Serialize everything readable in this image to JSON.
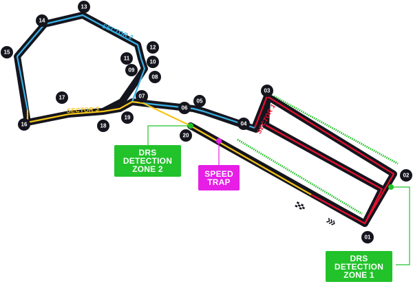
{
  "colors": {
    "track_outline": "#15151e",
    "sector_1": "#e8102e",
    "sector_2": "#3ab2e6",
    "sector_3": "#f5c518",
    "drs_zone": "#22c22a",
    "speed_trap": "#e61ee6",
    "turn_badge": "#15151e"
  },
  "sectors": {
    "sector_1_label": "SECTOR 1",
    "sector_2_label": "SECTOR 2",
    "sector_3_label": "SECTOR 3"
  },
  "turns": [
    {
      "id": "t01",
      "label": "01"
    },
    {
      "id": "t02",
      "label": "02"
    },
    {
      "id": "t03",
      "label": "03"
    },
    {
      "id": "t04",
      "label": "04"
    },
    {
      "id": "t05",
      "label": "05"
    },
    {
      "id": "t06",
      "label": "06"
    },
    {
      "id": "t07",
      "label": "07"
    },
    {
      "id": "t08",
      "label": "08"
    },
    {
      "id": "t09",
      "label": "09"
    },
    {
      "id": "t10",
      "label": "10"
    },
    {
      "id": "t11",
      "label": "11"
    },
    {
      "id": "t12",
      "label": "12"
    },
    {
      "id": "t13",
      "label": "13"
    },
    {
      "id": "t14",
      "label": "14"
    },
    {
      "id": "t15",
      "label": "15"
    },
    {
      "id": "t16",
      "label": "16"
    },
    {
      "id": "t17",
      "label": "17"
    },
    {
      "id": "t18",
      "label": "18"
    },
    {
      "id": "t19",
      "label": "19"
    },
    {
      "id": "t20",
      "label": "20"
    }
  ],
  "drs_detection_zone_1": {
    "line1": "DRS",
    "line2": "DETECTION",
    "line3": "ZONE 1"
  },
  "drs_detection_zone_2": {
    "line1": "DRS",
    "line2": "DETECTION",
    "line3": "ZONE 2"
  },
  "speed_trap": {
    "line1": "SPEED",
    "line2": "TRAP"
  },
  "icons": {
    "start_finish": "checkered-flag-icon",
    "direction": "direction-chevrons-icon"
  }
}
